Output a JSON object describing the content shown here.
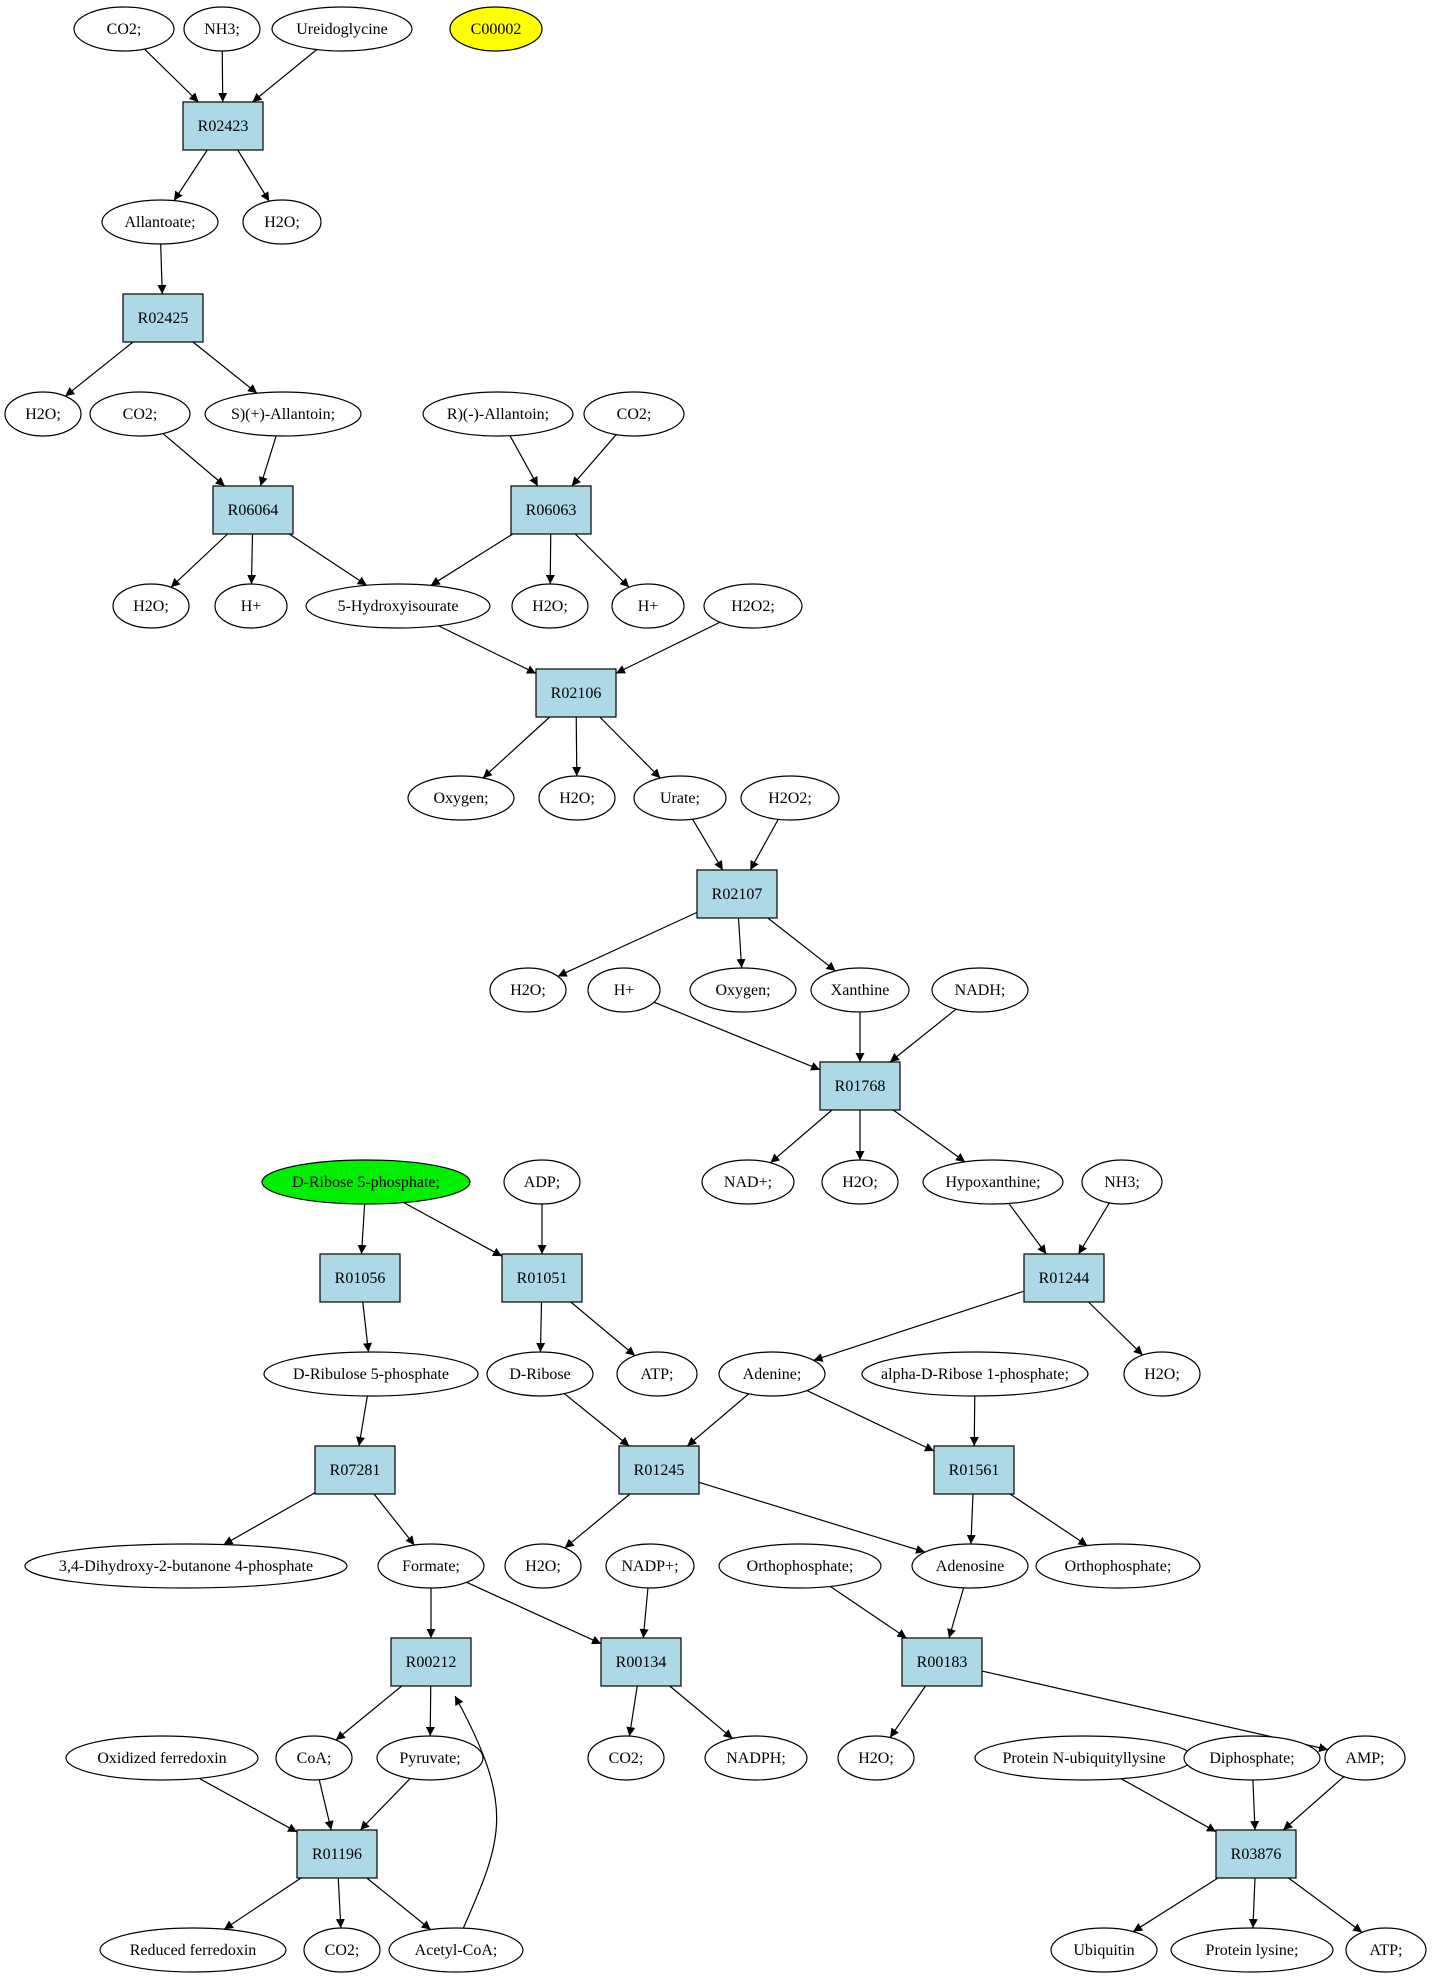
{
  "nodes": [
    {
      "id": "n1",
      "label": "CO2;",
      "shape": "ellipse"
    },
    {
      "id": "n2",
      "label": "NH3;",
      "shape": "ellipse"
    },
    {
      "id": "n3",
      "label": "Ureidoglycine",
      "shape": "ellipse"
    },
    {
      "id": "n4",
      "label": "C00002",
      "shape": "ellipse",
      "color": "#ffff00"
    },
    {
      "id": "r1",
      "label": "R02423",
      "shape": "box"
    },
    {
      "id": "n5",
      "label": "Allantoate;",
      "shape": "ellipse"
    },
    {
      "id": "n6",
      "label": "H2O;",
      "shape": "ellipse"
    },
    {
      "id": "r2",
      "label": "R02425",
      "shape": "box"
    },
    {
      "id": "n7",
      "label": "H2O;",
      "shape": "ellipse"
    },
    {
      "id": "n8",
      "label": "CO2;",
      "shape": "ellipse"
    },
    {
      "id": "n9",
      "label": "S)(+)-Allantoin;",
      "shape": "ellipse"
    },
    {
      "id": "n10",
      "label": "R)(-)-Allantoin;",
      "shape": "ellipse"
    },
    {
      "id": "n11",
      "label": "CO2;",
      "shape": "ellipse"
    },
    {
      "id": "r3",
      "label": "R06064",
      "shape": "box"
    },
    {
      "id": "r4",
      "label": "R06063",
      "shape": "box"
    },
    {
      "id": "n12",
      "label": "H2O;",
      "shape": "ellipse"
    },
    {
      "id": "n13",
      "label": "H+",
      "shape": "ellipse"
    },
    {
      "id": "n14",
      "label": "5-Hydroxyisourate",
      "shape": "ellipse"
    },
    {
      "id": "n15",
      "label": "H2O;",
      "shape": "ellipse"
    },
    {
      "id": "n16",
      "label": "H+",
      "shape": "ellipse"
    },
    {
      "id": "n17",
      "label": "H2O2;",
      "shape": "ellipse"
    },
    {
      "id": "r5",
      "label": "R02106",
      "shape": "box"
    },
    {
      "id": "n18",
      "label": "Oxygen;",
      "shape": "ellipse"
    },
    {
      "id": "n19",
      "label": "H2O;",
      "shape": "ellipse"
    },
    {
      "id": "n20",
      "label": "Urate;",
      "shape": "ellipse"
    },
    {
      "id": "n21",
      "label": "H2O2;",
      "shape": "ellipse"
    },
    {
      "id": "r6",
      "label": "R02107",
      "shape": "box"
    },
    {
      "id": "n22",
      "label": "H2O;",
      "shape": "ellipse"
    },
    {
      "id": "n23",
      "label": "H+",
      "shape": "ellipse"
    },
    {
      "id": "n24",
      "label": "Oxygen;",
      "shape": "ellipse"
    },
    {
      "id": "n25",
      "label": "Xanthine",
      "shape": "ellipse"
    },
    {
      "id": "n26",
      "label": "NADH;",
      "shape": "ellipse"
    },
    {
      "id": "r7",
      "label": "R01768",
      "shape": "box"
    },
    {
      "id": "n27",
      "label": "NAD+;",
      "shape": "ellipse"
    },
    {
      "id": "n28",
      "label": "H2O;",
      "shape": "ellipse"
    },
    {
      "id": "n29",
      "label": "Hypoxanthine;",
      "shape": "ellipse"
    },
    {
      "id": "n30",
      "label": "NH3;",
      "shape": "ellipse"
    },
    {
      "id": "n31",
      "label": "D-Ribose 5-phosphate;",
      "shape": "ellipse",
      "color": "#00ee00"
    },
    {
      "id": "n32",
      "label": "ADP;",
      "shape": "ellipse"
    },
    {
      "id": "r8",
      "label": "R01056",
      "shape": "box"
    },
    {
      "id": "r9",
      "label": "R01051",
      "shape": "box"
    },
    {
      "id": "r10",
      "label": "R01244",
      "shape": "box"
    },
    {
      "id": "n33",
      "label": "D-Ribulose 5-phosphate",
      "shape": "ellipse"
    },
    {
      "id": "n34",
      "label": "D-Ribose",
      "shape": "ellipse"
    },
    {
      "id": "n35",
      "label": "ATP;",
      "shape": "ellipse"
    },
    {
      "id": "n36",
      "label": "Adenine;",
      "shape": "ellipse"
    },
    {
      "id": "n37",
      "label": "alpha-D-Ribose 1-phosphate;",
      "shape": "ellipse"
    },
    {
      "id": "n38",
      "label": "H2O;",
      "shape": "ellipse"
    },
    {
      "id": "r11",
      "label": "R07281",
      "shape": "box"
    },
    {
      "id": "r12",
      "label": "R01245",
      "shape": "box"
    },
    {
      "id": "r13",
      "label": "R01561",
      "shape": "box"
    },
    {
      "id": "n39",
      "label": "3,4-Dihydroxy-2-butanone 4-phosphate",
      "shape": "ellipse"
    },
    {
      "id": "n40",
      "label": "Formate;",
      "shape": "ellipse"
    },
    {
      "id": "n41",
      "label": "H2O;",
      "shape": "ellipse"
    },
    {
      "id": "n42",
      "label": "NADP+;",
      "shape": "ellipse"
    },
    {
      "id": "n43",
      "label": "Orthophosphate;",
      "shape": "ellipse"
    },
    {
      "id": "n44",
      "label": "Adenosine",
      "shape": "ellipse"
    },
    {
      "id": "n45",
      "label": "Orthophosphate;",
      "shape": "ellipse"
    },
    {
      "id": "r14",
      "label": "R00212",
      "shape": "box"
    },
    {
      "id": "r15",
      "label": "R00134",
      "shape": "box"
    },
    {
      "id": "r16",
      "label": "R00183",
      "shape": "box"
    },
    {
      "id": "n46",
      "label": "Oxidized ferredoxin",
      "shape": "ellipse"
    },
    {
      "id": "n47",
      "label": "CoA;",
      "shape": "ellipse"
    },
    {
      "id": "n48",
      "label": "Pyruvate;",
      "shape": "ellipse"
    },
    {
      "id": "n49",
      "label": "CO2;",
      "shape": "ellipse"
    },
    {
      "id": "n50",
      "label": "NADPH;",
      "shape": "ellipse"
    },
    {
      "id": "n51",
      "label": "H2O;",
      "shape": "ellipse"
    },
    {
      "id": "n52",
      "label": "Protein N-ubiquityllysine",
      "shape": "ellipse"
    },
    {
      "id": "n53",
      "label": "Diphosphate;",
      "shape": "ellipse"
    },
    {
      "id": "n54",
      "label": "AMP;",
      "shape": "ellipse"
    },
    {
      "id": "r17",
      "label": "R01196",
      "shape": "box"
    },
    {
      "id": "r18",
      "label": "R03876",
      "shape": "box"
    },
    {
      "id": "n55",
      "label": "Reduced ferredoxin",
      "shape": "ellipse"
    },
    {
      "id": "n56",
      "label": "CO2;",
      "shape": "ellipse"
    },
    {
      "id": "n57",
      "label": "Acetyl-CoA;",
      "shape": "ellipse"
    },
    {
      "id": "n58",
      "label": "Ubiquitin",
      "shape": "ellipse"
    },
    {
      "id": "n59",
      "label": "Protein lysine;",
      "shape": "ellipse"
    },
    {
      "id": "n60",
      "label": "ATP;",
      "shape": "ellipse"
    }
  ],
  "edges": [
    [
      "n1",
      "r1"
    ],
    [
      "n2",
      "r1"
    ],
    [
      "n3",
      "r1"
    ],
    [
      "r1",
      "n5"
    ],
    [
      "r1",
      "n6"
    ],
    [
      "n5",
      "r2"
    ],
    [
      "r2",
      "n7"
    ],
    [
      "r2",
      "n9"
    ],
    [
      "n8",
      "r3"
    ],
    [
      "n9",
      "r3"
    ],
    [
      "n10",
      "r4"
    ],
    [
      "n11",
      "r4"
    ],
    [
      "r3",
      "n12"
    ],
    [
      "r3",
      "n13"
    ],
    [
      "r3",
      "n14"
    ],
    [
      "r4",
      "n14"
    ],
    [
      "r4",
      "n15"
    ],
    [
      "r4",
      "n16"
    ],
    [
      "n14",
      "r5"
    ],
    [
      "n17",
      "r5"
    ],
    [
      "r5",
      "n18"
    ],
    [
      "r5",
      "n19"
    ],
    [
      "r5",
      "n20"
    ],
    [
      "n20",
      "r6"
    ],
    [
      "n21",
      "r6"
    ],
    [
      "r6",
      "n22"
    ],
    [
      "r6",
      "n24"
    ],
    [
      "r6",
      "n25"
    ],
    [
      "n23",
      "r7"
    ],
    [
      "n25",
      "r7"
    ],
    [
      "n26",
      "r7"
    ],
    [
      "r7",
      "n27"
    ],
    [
      "r7",
      "n28"
    ],
    [
      "r7",
      "n29"
    ],
    [
      "n29",
      "r10"
    ],
    [
      "n30",
      "r10"
    ],
    [
      "r10",
      "n36"
    ],
    [
      "r10",
      "n38"
    ],
    [
      "n31",
      "r8"
    ],
    [
      "n31",
      "r9"
    ],
    [
      "n32",
      "r9"
    ],
    [
      "r8",
      "n33"
    ],
    [
      "r9",
      "n34"
    ],
    [
      "r9",
      "n35"
    ],
    [
      "n33",
      "r11"
    ],
    [
      "n34",
      "r12"
    ],
    [
      "n36",
      "r12"
    ],
    [
      "n36",
      "r13"
    ],
    [
      "n37",
      "r13"
    ],
    [
      "r11",
      "n39"
    ],
    [
      "r11",
      "n40"
    ],
    [
      "r12",
      "n41"
    ],
    [
      "r12",
      "n44"
    ],
    [
      "r13",
      "n44"
    ],
    [
      "r13",
      "n45"
    ],
    [
      "n40",
      "r14"
    ],
    [
      "n40",
      "r15"
    ],
    [
      "n42",
      "r15"
    ],
    [
      "n43",
      "r16"
    ],
    [
      "n44",
      "r16"
    ],
    [
      "r14",
      "n47"
    ],
    [
      "r14",
      "n48"
    ],
    [
      "r15",
      "n49"
    ],
    [
      "r15",
      "n50"
    ],
    [
      "r16",
      "n51"
    ],
    [
      "r16",
      "n54"
    ],
    [
      "n46",
      "r17"
    ],
    [
      "n47",
      "r17"
    ],
    [
      "n48",
      "r17"
    ],
    [
      "r17",
      "n55"
    ],
    [
      "r17",
      "n56"
    ],
    [
      "r17",
      "n57"
    ],
    [
      "n57",
      "r14"
    ],
    [
      "n52",
      "r18"
    ],
    [
      "n53",
      "r18"
    ],
    [
      "n54",
      "r18"
    ],
    [
      "r18",
      "n58"
    ],
    [
      "r18",
      "n59"
    ],
    [
      "r18",
      "n60"
    ]
  ],
  "colors": {
    "reaction_fill": "#add8e6",
    "compound_fill": "#ffffff",
    "stroke": "#000000"
  }
}
